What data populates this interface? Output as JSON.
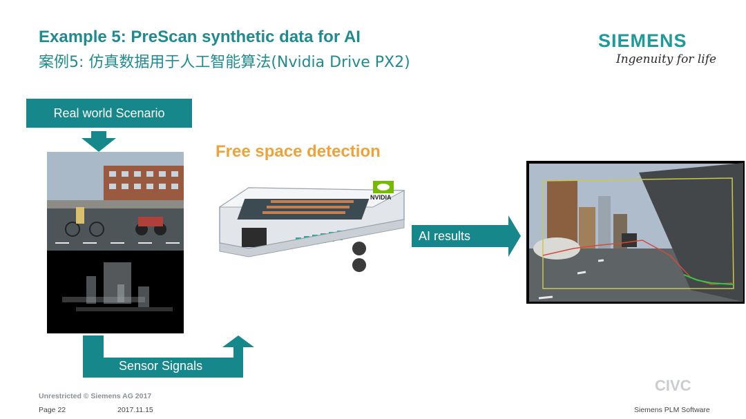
{
  "slide": {
    "title": "Example 5: PreScan synthetic data for AI",
    "subtitle": "案例5: 仿真数据用于人工智能算法(Nvidia Drive PX2)"
  },
  "brand": {
    "logo": "SIEMENS",
    "tagline": "Ingenuity for life"
  },
  "flow": {
    "input_label": "Real world Scenario",
    "heading": "Free space detection",
    "output_label": "AI results",
    "feedback_label": "Sensor Signals",
    "device_badge": "NVIDIA"
  },
  "footer": {
    "classification": "Unrestricted © Siemens AG 2017",
    "page": "Page 22",
    "date": "2017.11.15",
    "company": "Siemens PLM Software"
  },
  "watermark": "CIVC",
  "colors": {
    "teal": "#16878b",
    "orange": "#f0a23a",
    "title": "#1f8b8f"
  }
}
